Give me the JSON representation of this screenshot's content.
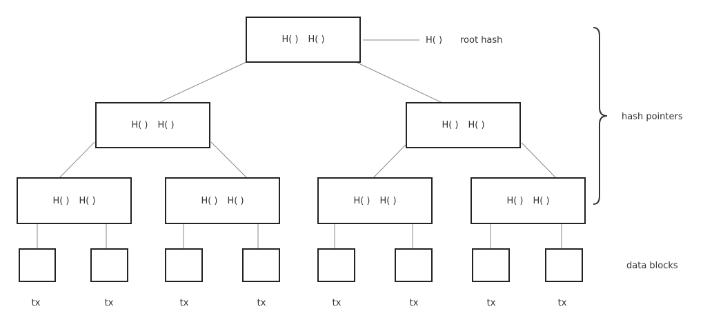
{
  "hash_label": "H( )",
  "root_label": "root hash",
  "pointers_label": "hash pointers",
  "data_label": "data blocks",
  "tx_label": "tx",
  "tree": {
    "levels": 3,
    "leaf_count": 8
  }
}
